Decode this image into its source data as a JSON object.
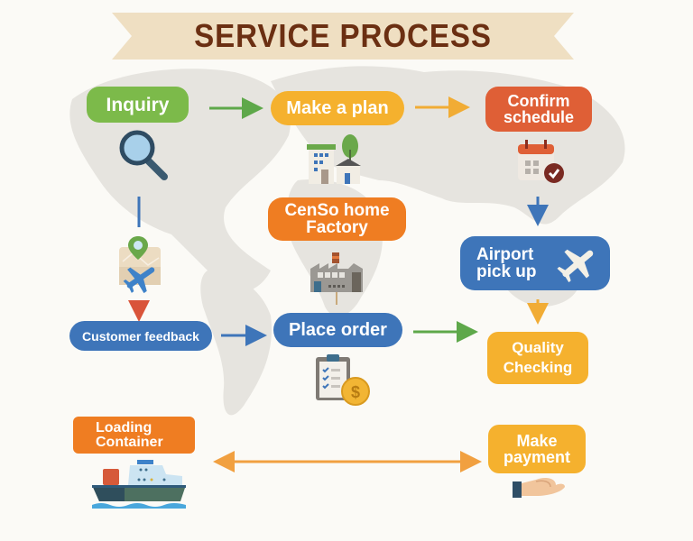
{
  "title": "SERVICE PROCESS",
  "steps": {
    "inquiry": "Inquiry",
    "make_plan": "Make a plan",
    "confirm_schedule": "Confirm schedule",
    "factory": "CenSo home Factory",
    "airport": "Airport pick up",
    "customer_feedback": "Customer feedback",
    "place_order": "Place order",
    "quality": "Quality Checking",
    "loading": "Loading Container",
    "payment": "Make payment"
  },
  "colors": {
    "title": "#6b2f12",
    "banner": "#efdfc2",
    "green": "#7cba4a",
    "yellow": "#f5b12e",
    "orange_red": "#df5f36",
    "orange": "#ef7d22",
    "blue": "#3e75b9"
  },
  "icons": [
    "magnifier-icon",
    "building-icon",
    "calendar-check-icon",
    "factory-icon",
    "airplane-icon",
    "map-pin-plane-icon",
    "clipboard-dollar-icon",
    "ship-icon",
    "hand-icon"
  ]
}
